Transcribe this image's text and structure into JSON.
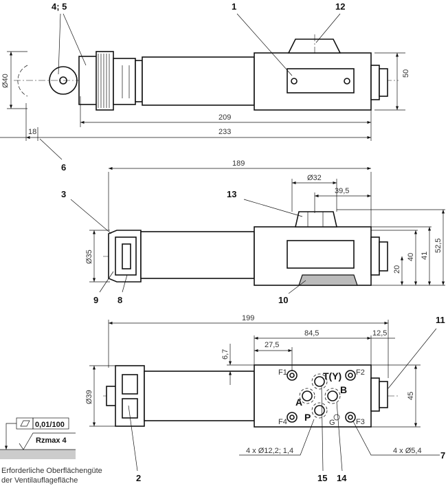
{
  "callouts": {
    "c45": "4; 5",
    "c1": "1",
    "c12": "12",
    "c6": "6",
    "c3": "3",
    "c13": "13",
    "c9": "9",
    "c8": "8",
    "c10": "10",
    "c11": "11",
    "c7": "7",
    "c2": "2",
    "c15": "15",
    "c14": "14"
  },
  "top_view": {
    "d40": "Ø40",
    "d50": "50",
    "d209": "209",
    "d233": "233",
    "d18": "18"
  },
  "side_view": {
    "d189": "189",
    "d32": "Ø32",
    "d395": "39,5",
    "d35": "Ø35",
    "d20": "20",
    "d40": "40",
    "d41": "41",
    "d525": "52,5"
  },
  "bottom_view": {
    "d199": "199",
    "d845": "84,5",
    "d125": "12,5",
    "d275": "27,5",
    "d67": "6,7",
    "d39": "Ø39",
    "d45": "45",
    "ports": {
      "T": "T(Y)",
      "A": "A",
      "B": "B",
      "P": "P",
      "G": "G"
    },
    "fixing": {
      "F1": "F1",
      "F2": "F2",
      "F3": "F3",
      "F4": "F4"
    },
    "note_ports": "4 x Ø12,2; 1,4",
    "note_fix": "4 x Ø5,4"
  },
  "surface": {
    "flatness": "0,01/100",
    "roughness": "Rzmax 4",
    "caption_line1": "Erforderliche Oberflächengüte",
    "caption_line2": "der Ventilauflagefläche"
  }
}
